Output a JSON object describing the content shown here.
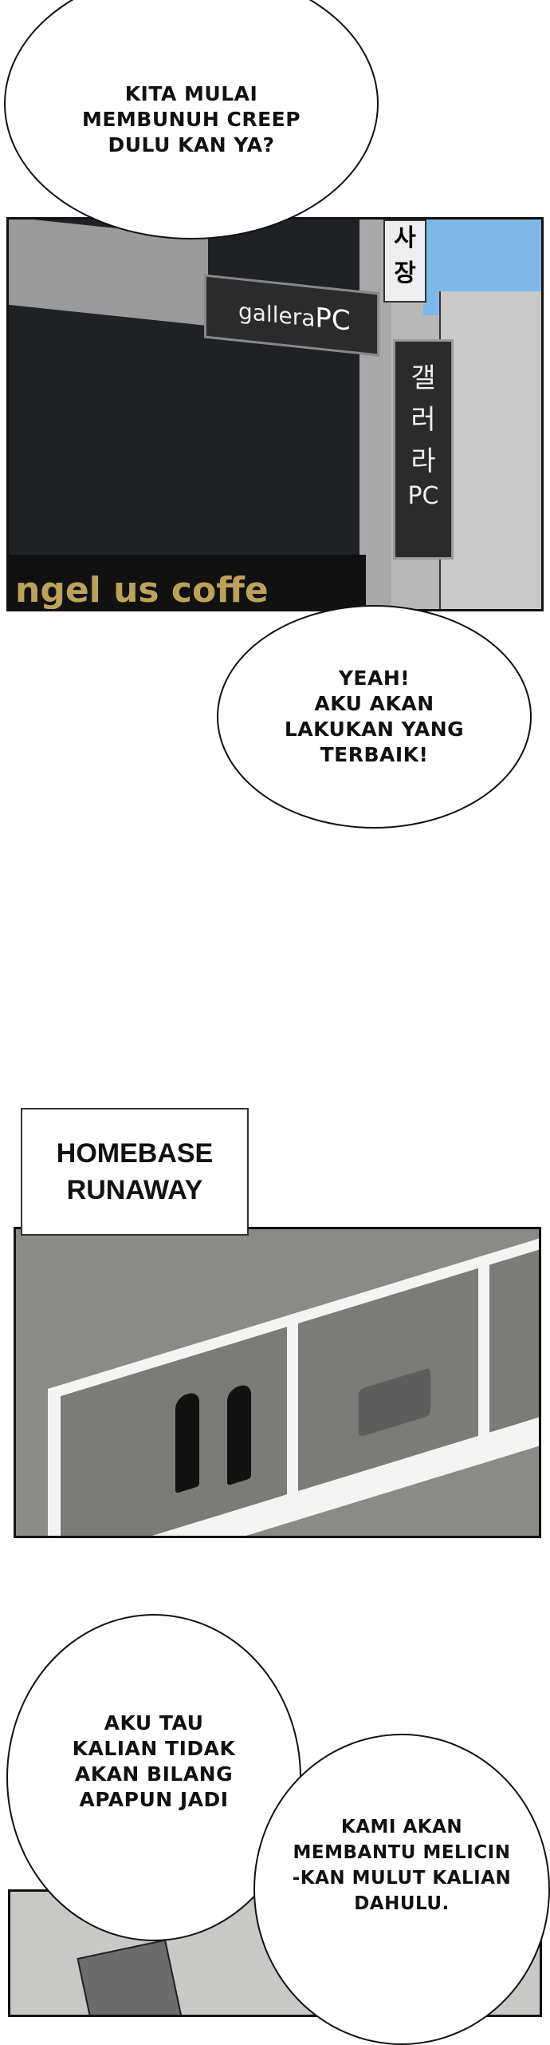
{
  "bubbles": [
    "KITA MULAI\nMEMBUNUH CREEP\nDULU KAN YA?",
    "YEAH!\nAKU AKAN\nLAKUKAN YANG\nTERBAIK!",
    "AKU TAU\nKALIAN TIDAK\nAKAN BILANG\nAPAPUN JADI",
    "KAMI AKAN\nMEMBANTU MELICIN\n-KAN MULUT KALIAN\nDAHULU."
  ],
  "caption": "HOMEBASE\nRUNAWAY",
  "signs": {
    "gallera": "gallera",
    "pc": "PC",
    "korean": "갤\n러\n라",
    "korean_pc": "PC",
    "coffee": "ngel us coffe",
    "top_sign": "사\n장"
  },
  "colors": {
    "sky": "#7fb8e6",
    "concrete": "#8a8a86",
    "glass": "#2a2c30"
  }
}
